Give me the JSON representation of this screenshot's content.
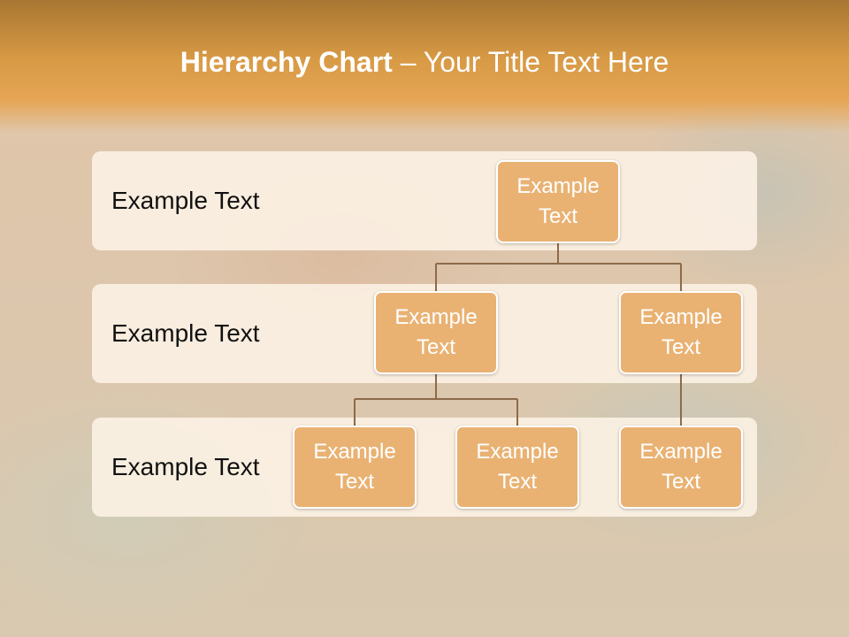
{
  "title": {
    "bold": "Hierarchy Chart",
    "separator": " – ",
    "normal": "Your Title Text Here"
  },
  "levels": [
    {
      "label": "Example Text"
    },
    {
      "label": "Example Text"
    },
    {
      "label": "Example Text"
    }
  ],
  "nodes": {
    "root": "Example\nText",
    "l2_left": "Example\nText",
    "l2_right": "Example\nText",
    "l3_left": "Example\nText",
    "l3_mid": "Example\nText",
    "l3_right": "Example\nText"
  },
  "colors": {
    "node_fill": "#e9b273",
    "band_fill": "#fdf3e6",
    "connector": "#8c6a4a",
    "header": "#d89a45"
  }
}
